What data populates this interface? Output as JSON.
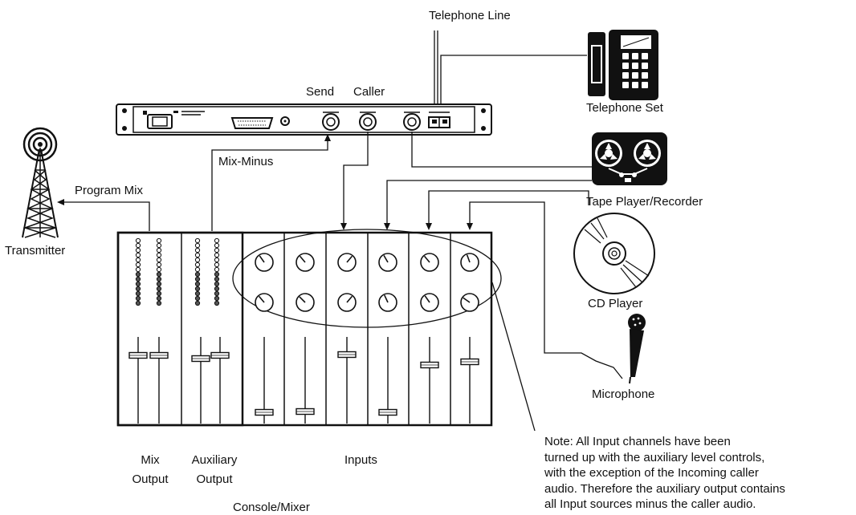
{
  "labels": {
    "telephone_line": "Telephone Line",
    "telephone_set": "Telephone Set",
    "send": "Send",
    "caller": "Caller",
    "mix_minus": "Mix-Minus",
    "program_mix": "Program Mix",
    "transmitter": "Transmitter",
    "tape_player": "Tape Player/Recorder",
    "cd_player": "CD Player",
    "microphone": "Microphone",
    "mix_output_1": "Mix",
    "mix_output_2": "Output",
    "aux_output_1": "Auxiliary",
    "aux_output_2": "Output",
    "inputs": "Inputs",
    "console": "Console/Mixer"
  },
  "note_lines": [
    "Note: All Input channels have been",
    "turned up with the auxiliary level controls,",
    "with the exception of the Incoming caller",
    "audio. Therefore the auxiliary output contains",
    "all Input sources minus the caller audio."
  ],
  "colors": {
    "ink": "#111111",
    "background": "#ffffff"
  },
  "icons": [
    "transmitter-tower-icon",
    "telephone-icon",
    "tape-reel-icon",
    "cd-disc-icon",
    "microphone-icon",
    "rack-unit-hybrid"
  ]
}
